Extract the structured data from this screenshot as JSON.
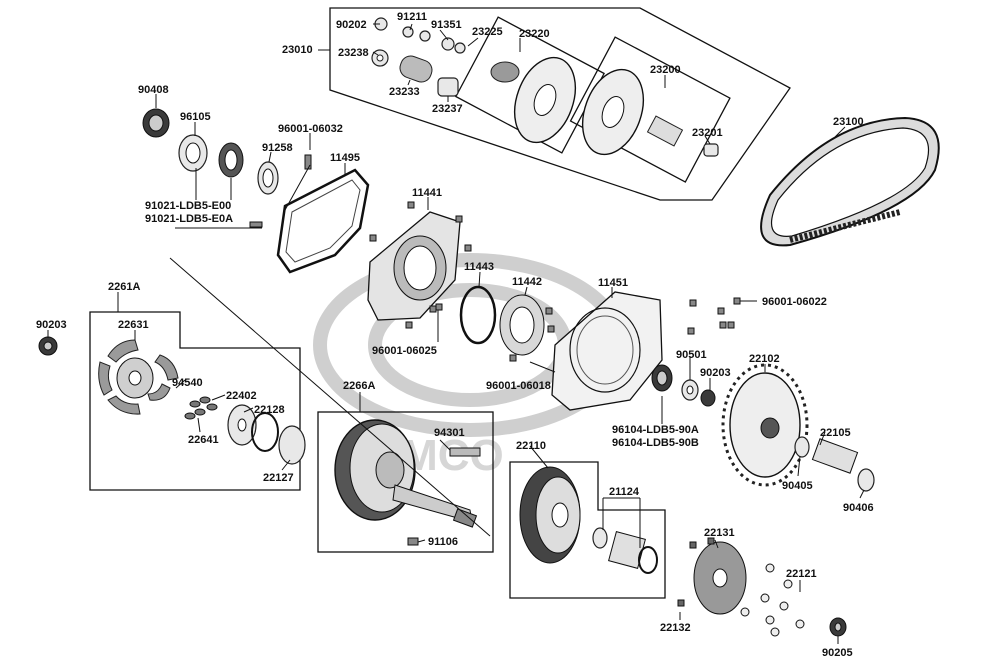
{
  "watermark_text": "KYMCO",
  "labels": {
    "p90202": "90202",
    "p91211": "91211",
    "p91351": "91351",
    "p23225": "23225",
    "p23220": "23220",
    "p23010": "23010",
    "p23238": "23238",
    "p23233": "23233",
    "p23237": "23237",
    "p23200": "23200",
    "p23201": "23201",
    "p23100": "23100",
    "p90408": "90408",
    "p96105": "96105",
    "p96001_06032": "96001-06032",
    "p91258": "91258",
    "p11495": "11495",
    "p91021_e00": "91021-LDB5-E00",
    "p91021_e0a": "91021-LDB5-E0A",
    "p11441": "11441",
    "p11443": "11443",
    "p11442": "11442",
    "p11451": "11451",
    "p96001_06022": "96001-06022",
    "p2261a": "2261A",
    "p90203a": "90203",
    "p22631": "22631",
    "p94540": "94540",
    "p22402": "22402",
    "p22128": "22128",
    "p22641": "22641",
    "p22127": "22127",
    "p96001_06025": "96001-06025",
    "p96001_06018": "96001-06018",
    "p90501": "90501",
    "p90203b": "90203",
    "p22102": "22102",
    "p96104_90a": "96104-LDB5-90A",
    "p96104_90b": "96104-LDB5-90B",
    "p22105": "22105",
    "p90405": "90405",
    "p90406": "90406",
    "p2266a": "2266A",
    "p94301": "94301",
    "p91106": "91106",
    "p22110": "22110",
    "p21124": "21124",
    "p22131": "22131",
    "p22121": "22121",
    "p22132": "22132",
    "p90205": "90205"
  }
}
